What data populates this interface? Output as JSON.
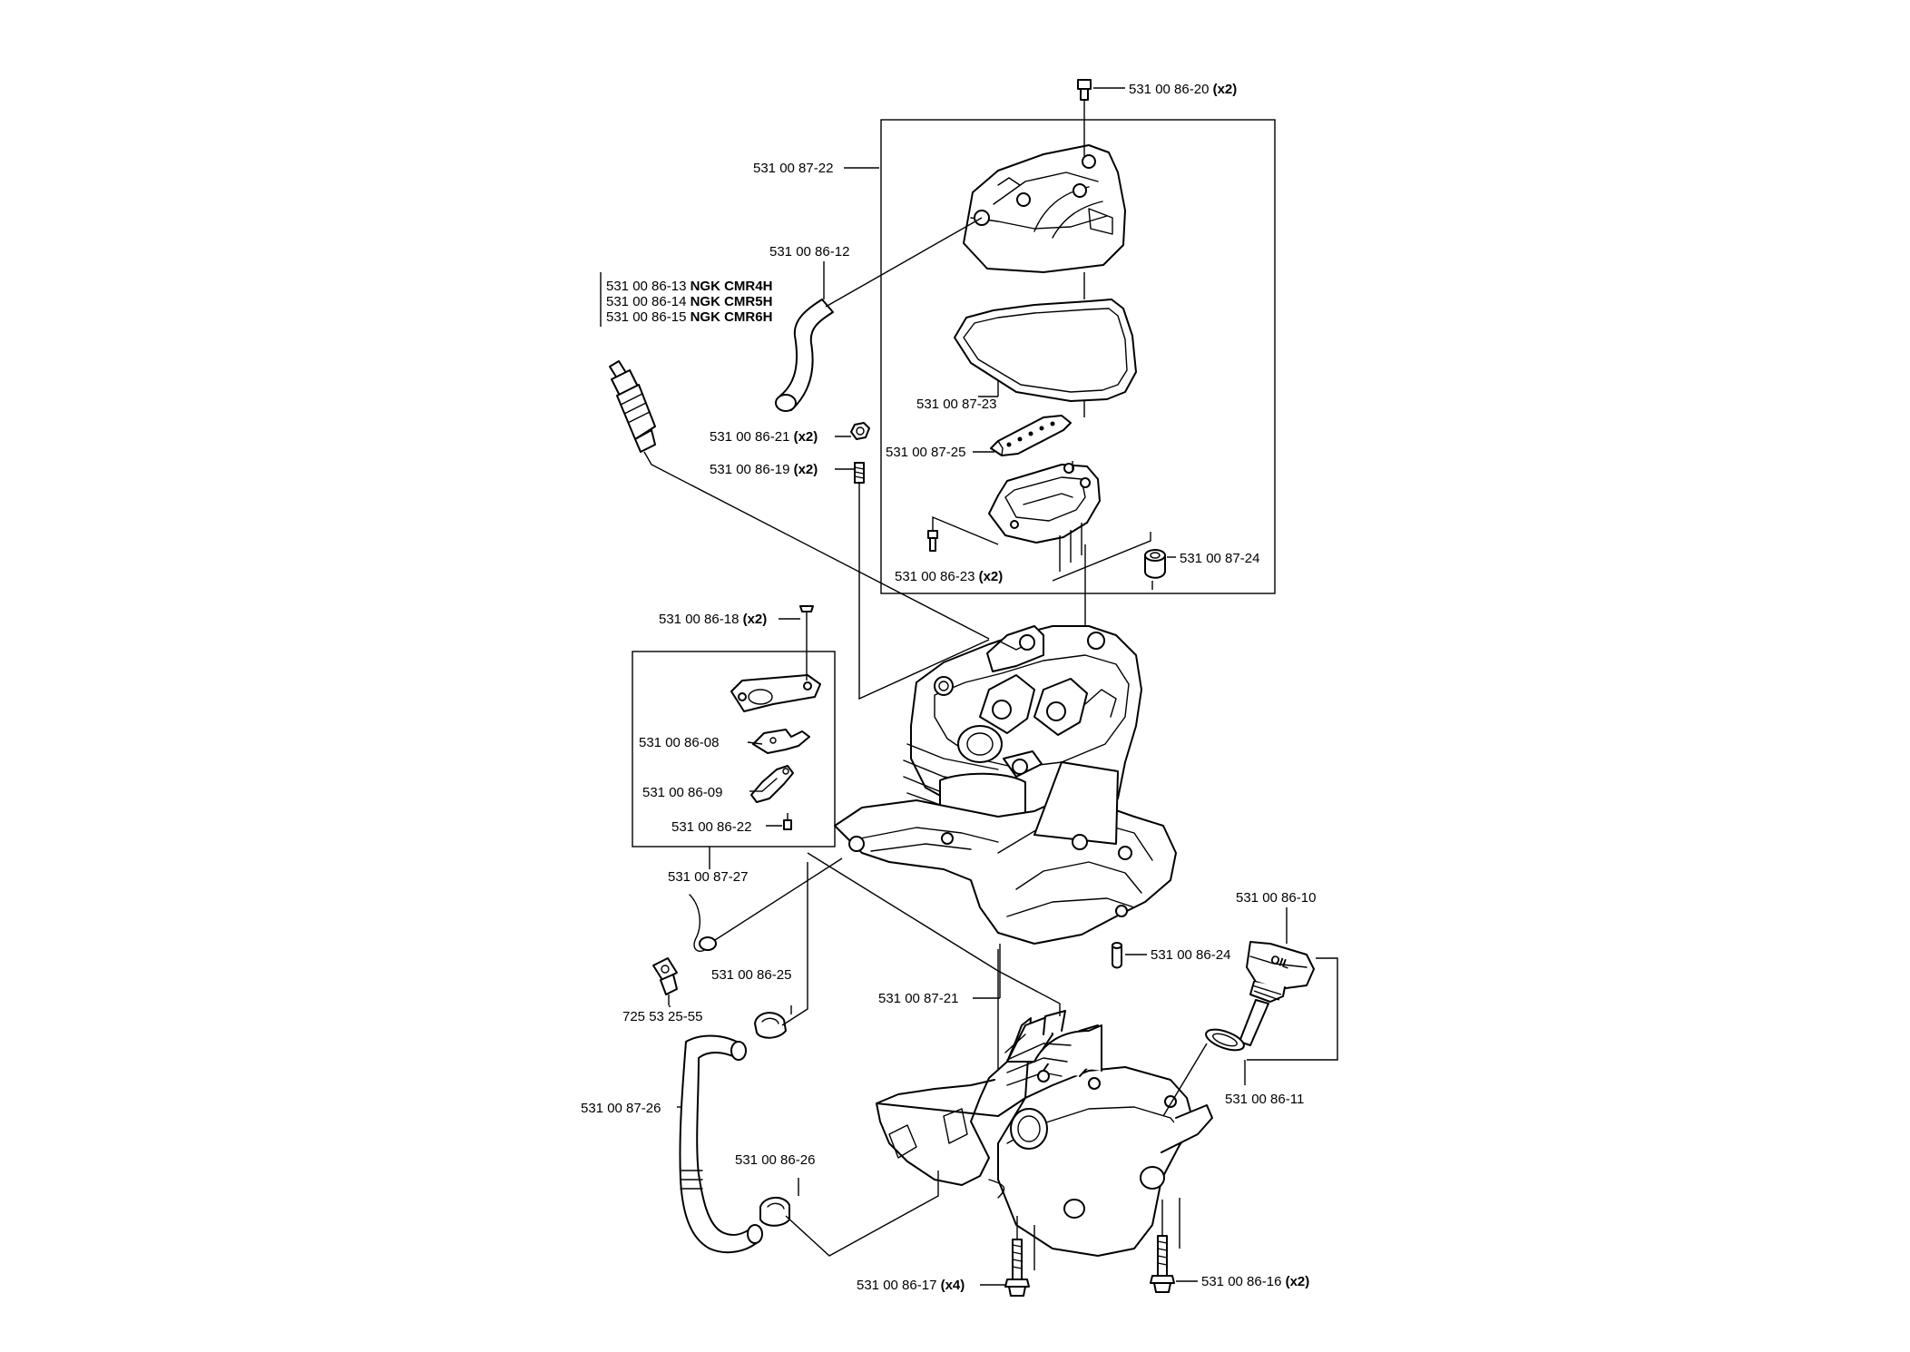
{
  "labels": {
    "screw_cover": {
      "part": "531 00 86-20",
      "qty": "(x2)"
    },
    "cylinder_cover": {
      "part": "531 00 87-22"
    },
    "hose": {
      "part": "531 00 86-12"
    },
    "spark_plug_1": {
      "part": "531 00 86-13",
      "type": "NGK CMR4H"
    },
    "spark_plug_2": {
      "part": "531 00 86-14",
      "type": "NGK CMR5H"
    },
    "spark_plug_3": {
      "part": "531 00 86-15",
      "type": "NGK CMR6H"
    },
    "gasket": {
      "part": "531 00 87-23"
    },
    "nut": {
      "part": "531 00 86-21",
      "qty": "(x2)"
    },
    "stud": {
      "part": "531 00 86-19",
      "qty": "(x2)"
    },
    "connector": {
      "part": "531 00 87-25"
    },
    "screw_bracket": {
      "part": "531 00 86-23",
      "qty": "(x2)"
    },
    "spacer": {
      "part": "531 00 87-24"
    },
    "screw_plate": {
      "part": "531 00 86-18",
      "qty": "(x2)"
    },
    "plate": {
      "part": "531 00 86-08"
    },
    "lever": {
      "part": "531 00 86-09"
    },
    "screw_small": {
      "part": "531 00 86-22"
    },
    "kit": {
      "part": "531 00 87-27"
    },
    "screw_ground": {
      "part": "725 53 25-55"
    },
    "clamp_upper": {
      "part": "531 00 86-25"
    },
    "oil_cap": {
      "part": "531 00 86-10"
    },
    "pin": {
      "part": "531 00 86-24"
    },
    "cylinder_assy": {
      "part": "531 00 87-21"
    },
    "o_ring": {
      "part": "531 00 86-11"
    },
    "hose_lower": {
      "part": "531 00 87-26"
    },
    "clamp_lower": {
      "part": "531 00 86-26"
    },
    "screw_crankcase": {
      "part": "531 00 86-17",
      "qty": "(x4)"
    },
    "screw_sump": {
      "part": "531 00 86-16",
      "qty": "(x2)"
    }
  },
  "oil_cap_marking": "OIL"
}
